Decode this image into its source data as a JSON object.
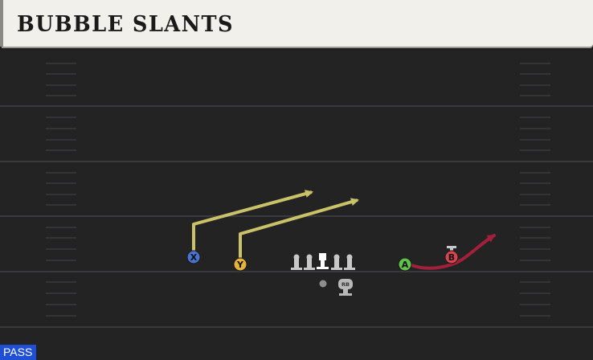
{
  "play": {
    "title": "BUBBLE SLANTS",
    "play_type": "PASS"
  },
  "players": {
    "x_label": "X",
    "y_label": "Y",
    "a_label": "A",
    "b_label": "B",
    "rb_label": "RB"
  },
  "colors": {
    "x_receiver": "#4a74d0",
    "y_receiver": "#e6b33a",
    "a_receiver": "#5fc34a",
    "b_receiver": "#d8434f",
    "slant_route": "#c9c269",
    "bubble_route": "#a3203a",
    "lineman": "#c8c8c8",
    "center": "#ffffff",
    "play_type_badge": "#1f4fd6"
  },
  "icons": [
    "lineman-icon",
    "center-icon",
    "quarterback-marker",
    "running-back-icon",
    "route-arrow"
  ]
}
